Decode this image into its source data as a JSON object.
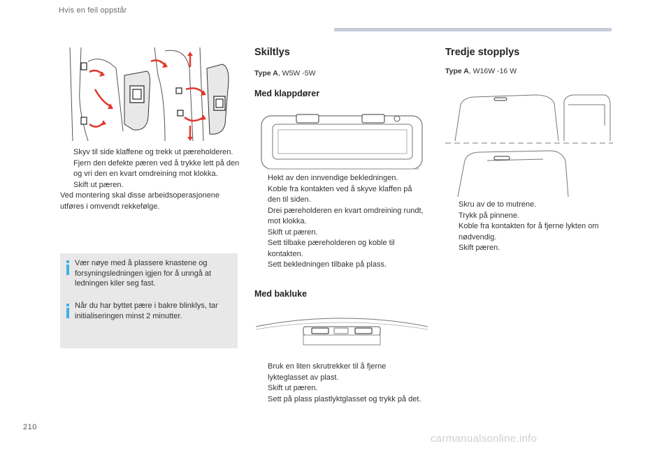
{
  "header": {
    "title": "Hvis en feil oppstår"
  },
  "page_number": "210",
  "watermark": "carmanualsonline.info",
  "left_column": {
    "steps": [
      "Skyv til side klaffene og trekk ut pæreholderen.",
      "Fjern den defekte pæren ved å trykke lett på den og vri den en kvart omdreining mot klokka.",
      "Skift ut pæren."
    ],
    "closing_text": "Ved montering skal disse arbeidsoperasjonene utføres i omvendt rekkefølge.",
    "notes": [
      "Vær nøye med å plassere knastene og forsyningsledningen igjen for å unngå at ledningen kiler seg fast.",
      "Når du har byttet pære i bakre blinklys, tar initialiseringen minst 2 minutter."
    ]
  },
  "middle_column": {
    "title": "Skiltlys",
    "type_label": "Type A",
    "type_value": ", W5W -5W",
    "sub1": {
      "title": "Med klappdører",
      "steps": [
        "Hekt av den innvendige bekledningen.",
        "Koble fra kontakten ved å skyve klaffen på den til siden.",
        "Drei pæreholderen en kvart omdreining rundt, mot klokka.",
        "Skift ut pæren.",
        "Sett tilbake pæreholderen og koble til kontakten.",
        "Sett bekledningen tilbake på plass."
      ]
    },
    "sub2": {
      "title": "Med bakluke",
      "steps": [
        "Bruk en liten skrutrekker til å fjerne lykteglasset av plast.",
        "Skift ut pæren.",
        "Sett på plass plastlyktglasset og trykk på det."
      ]
    }
  },
  "right_column": {
    "title": "Tredje stopplys",
    "type_label": "Type A",
    "type_value": ", W16W -16 W",
    "steps": [
      "Skru av de to mutrene.",
      "Trykk på pinnene.",
      "Koble fra kontakten for å fjerne lykten om nødvendig.",
      "Skift pæren."
    ]
  },
  "bullet_glyph": "",
  "colors": {
    "accent_bar": "#c7ccdb",
    "info_icon": "#3fb0e3",
    "arrow_red": "#e03a2f",
    "note_bg": "#e8e8e8"
  }
}
